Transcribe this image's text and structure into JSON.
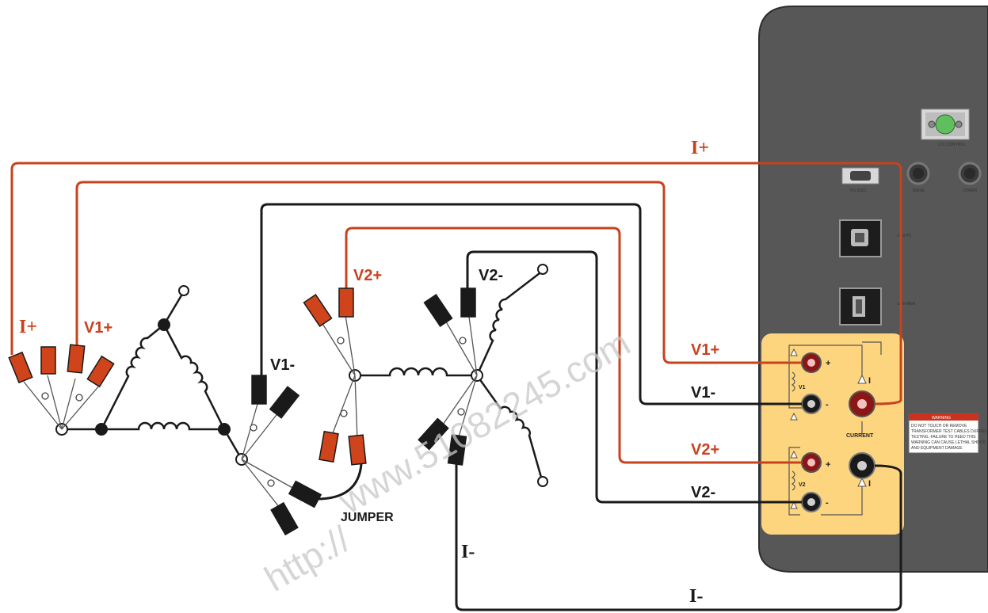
{
  "colors": {
    "current_lead": "#c8421e",
    "black_lead": "#1a1a1a",
    "clip_red": "#d0441c",
    "panel": "#575757",
    "terminal_panel": "#fcd57e"
  },
  "wire_labels": {
    "i_plus_top": "I+",
    "i_plus_left": "I+",
    "v1_plus_left": "V1+",
    "v1_minus_mid": "V1-",
    "v2_plus_mid": "V2+",
    "v2_minus_mid": "V2-",
    "v1_plus_right": "V1+",
    "v1_minus_right": "V1-",
    "v2_plus_right": "V2+",
    "v2_minus_right": "V2-",
    "i_minus_left": "I-",
    "i_minus_bottom": "I-",
    "jumper": "JUMPER"
  },
  "panel": {
    "ltc_control": "LTC CONTROL",
    "rs232": "RS-232C",
    "raise": "RAISE",
    "lower": "LOWER",
    "usb_pc": "USB PC",
    "usb_mem": "USB MEM",
    "v1": "V1",
    "v2": "V2",
    "current": "CURRENT",
    "plus": "+",
    "minus": "-",
    "i_symbol": "I",
    "warning_title": "WARNING",
    "warning_text": [
      "DO NOT TOUCH OR REMOVE",
      "TRANSFORMER TEST CABLES DURING",
      "TESTING. FAILURE TO HEED THIS",
      "WARNING CAN CAUSE LETHAL SHOCK",
      "AND EQUIPMENT DAMAGE"
    ]
  },
  "watermark": {
    "line1": "www.51082245.com",
    "line2": "http://"
  }
}
